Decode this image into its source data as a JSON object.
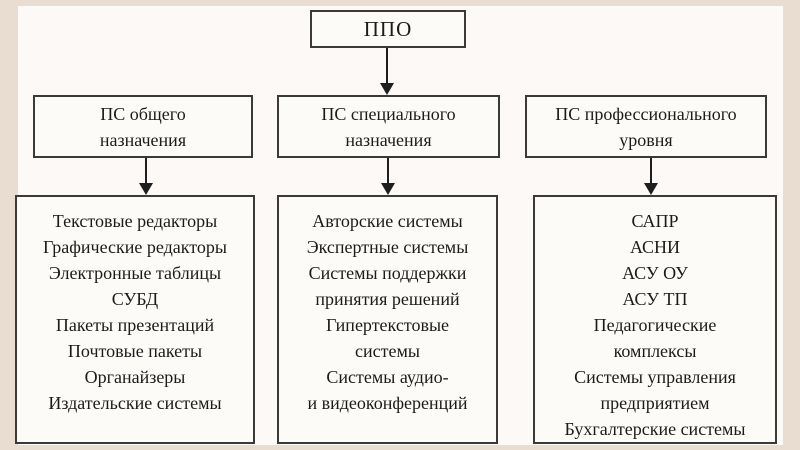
{
  "diagram": {
    "title_note": "",
    "root": {
      "label": "ППО"
    },
    "columns": [
      {
        "header_lines": [
          "ПС общего",
          "назначения"
        ],
        "items": [
          "Текстовые редакторы",
          "Графические редакторы",
          "Электронные таблицы",
          "СУБД",
          "Пакеты презентаций",
          "Почтовые пакеты",
          "Органайзеры",
          "Издательские системы"
        ]
      },
      {
        "header_lines": [
          "ПС специального",
          "назначения"
        ],
        "items": [
          "Авторские системы",
          "Экспертные системы",
          "Системы поддержки",
          "принятия решений",
          "Гипертекстовые",
          "системы",
          "Системы аудио-",
          "и видеоконференций"
        ]
      },
      {
        "header_lines": [
          "ПС профессионального",
          "уровня"
        ],
        "items": [
          "САПР",
          "АСНИ",
          "АСУ ОУ",
          "АСУ ТП",
          "Педагогические",
          "комплексы",
          "Системы управления",
          "предприятием",
          "Бухгалтерские системы"
        ]
      }
    ],
    "colors": {
      "frame_background": "#e9ddd2",
      "canvas_background": "#fcf9f6",
      "box_border": "#3a3a3a",
      "text": "#1b1b1b",
      "arrow": "#1e1e1e"
    }
  }
}
